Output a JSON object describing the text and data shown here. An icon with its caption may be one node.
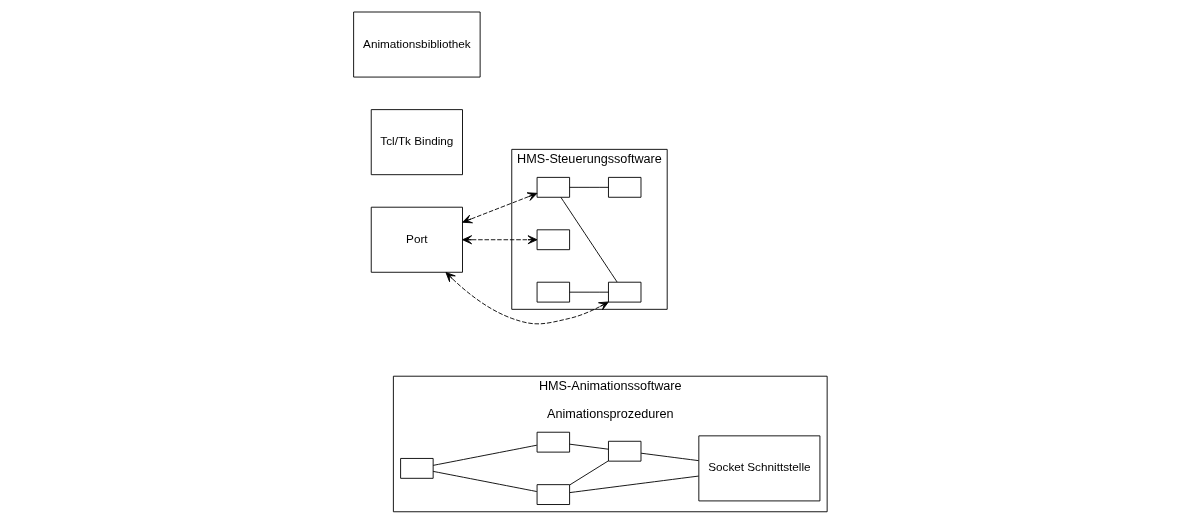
{
  "diagram": {
    "nodes": [
      {
        "text": [
          "HMS-Animationssoftware",
          "Animationsprozeduren"
        ]
      },
      {
        "text": [],
        "shape": "box",
        "in": 0
      },
      {
        "text": [],
        "shape": "box",
        "in": 0
      },
      {
        "text": [],
        "shape": "box",
        "in": 0
      },
      {
        "text": [],
        "shape": "box",
        "in": 0
      },
      {
        "text": [
          "Socket Schnittstelle"
        ],
        "in": 0
      },
      {
        "text": [
          "Port"
        ]
      },
      {
        "text": [
          "HMS-Steuerungssoftware"
        ]
      },
      {
        "text": [],
        "shape": "box",
        "in": 7
      },
      {
        "text": [],
        "shape": "box",
        "in": 7
      },
      {
        "text": [],
        "shape": "box",
        "in": 7
      },
      {
        "text": [],
        "shape": "box",
        "in": 7
      },
      {
        "text": [],
        "shape": "box",
        "in": 7
      },
      {
        "text": [
          "Tcl/Tk Binding"
        ]
      },
      {
        "text": [
          "Animationsbibliothek"
        ]
      }
    ],
    "edges": [
      {
        "from": 1,
        "to": 2,
        "arrow": "none"
      },
      {
        "from": 1,
        "to": 3,
        "arrow": "none"
      },
      {
        "from": 2,
        "to": 4,
        "arrow": "none"
      },
      {
        "from": 3,
        "to": 4,
        "arrow": "none"
      },
      {
        "from": 2,
        "to": 5,
        "arrow": "none"
      },
      {
        "from": 4,
        "to": 5,
        "arrow": "none"
      },
      {
        "from": 6,
        "to": 8,
        "arrow": "both",
        "style": "dashed"
      },
      {
        "from": 6,
        "to": 10,
        "arrow": "both",
        "style": "dashed"
      },
      {
        "from": 6,
        "to": 12,
        "arrow": "both",
        "style": "dashed"
      },
      {
        "from": 8,
        "to": 9,
        "arrow": "none"
      },
      {
        "from": 8,
        "to": 12,
        "arrow": "none"
      },
      {
        "from": 11,
        "to": 12,
        "arrow": "none"
      }
    ]
  }
}
